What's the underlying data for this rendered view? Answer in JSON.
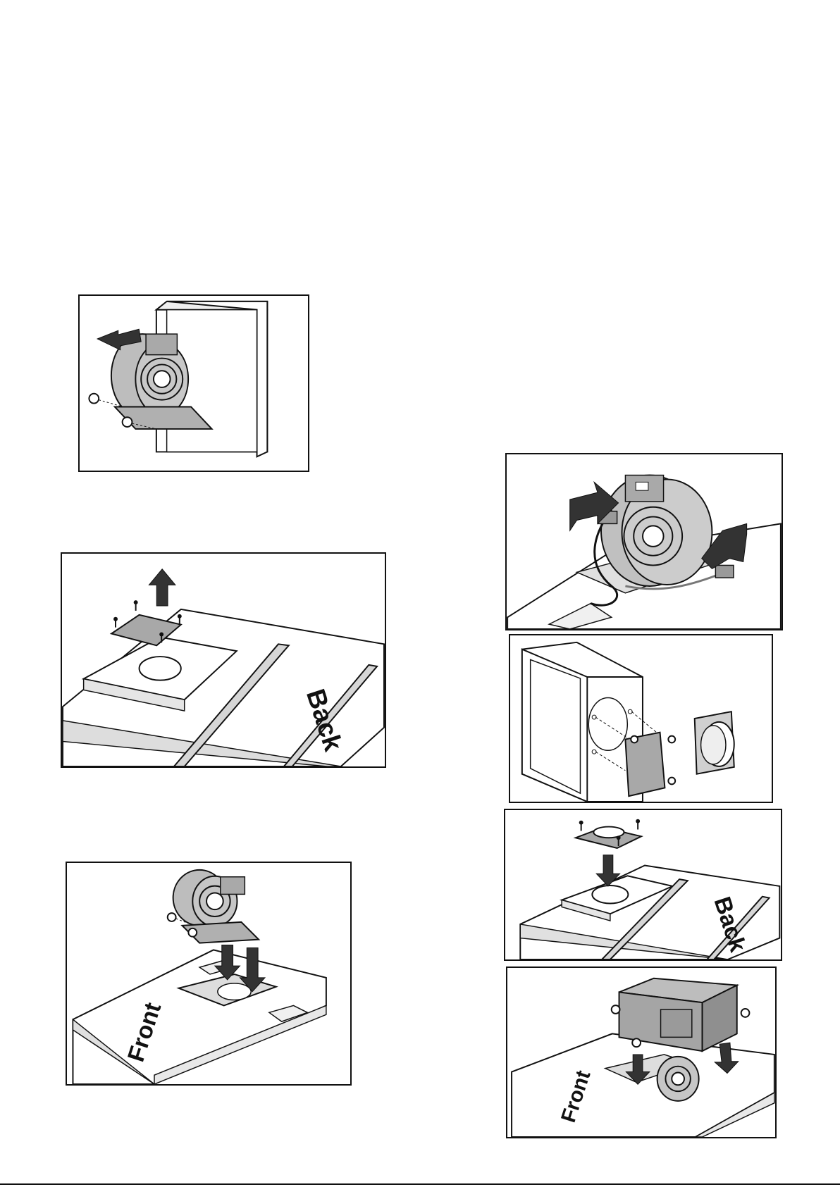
{
  "labels": {
    "back_1": "Back",
    "back_2": "Back",
    "front_1": "Front",
    "front_2": "Front"
  },
  "colors": {
    "line": "#111111",
    "grey": "#b8b8b8",
    "dark": "#333333"
  }
}
